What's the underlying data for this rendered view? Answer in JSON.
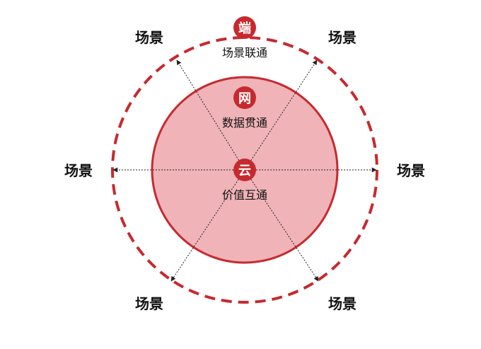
{
  "colors": {
    "accent": "#c62a2f",
    "inner_fill": "#efb3b8",
    "arrow": "#222222",
    "text": "#111111",
    "badge_text": "#ffffff"
  },
  "center_badge": {
    "char": "云",
    "label": "价值互通"
  },
  "inner_badge": {
    "char": "网",
    "label": "数据贯通"
  },
  "outer_badge": {
    "char": "端",
    "label": "场景联通"
  },
  "scenes": {
    "top_left": "场景",
    "top_right": "场景",
    "left": "场景",
    "right": "场景",
    "bottom_left": "场景",
    "bottom_right": "场景"
  }
}
